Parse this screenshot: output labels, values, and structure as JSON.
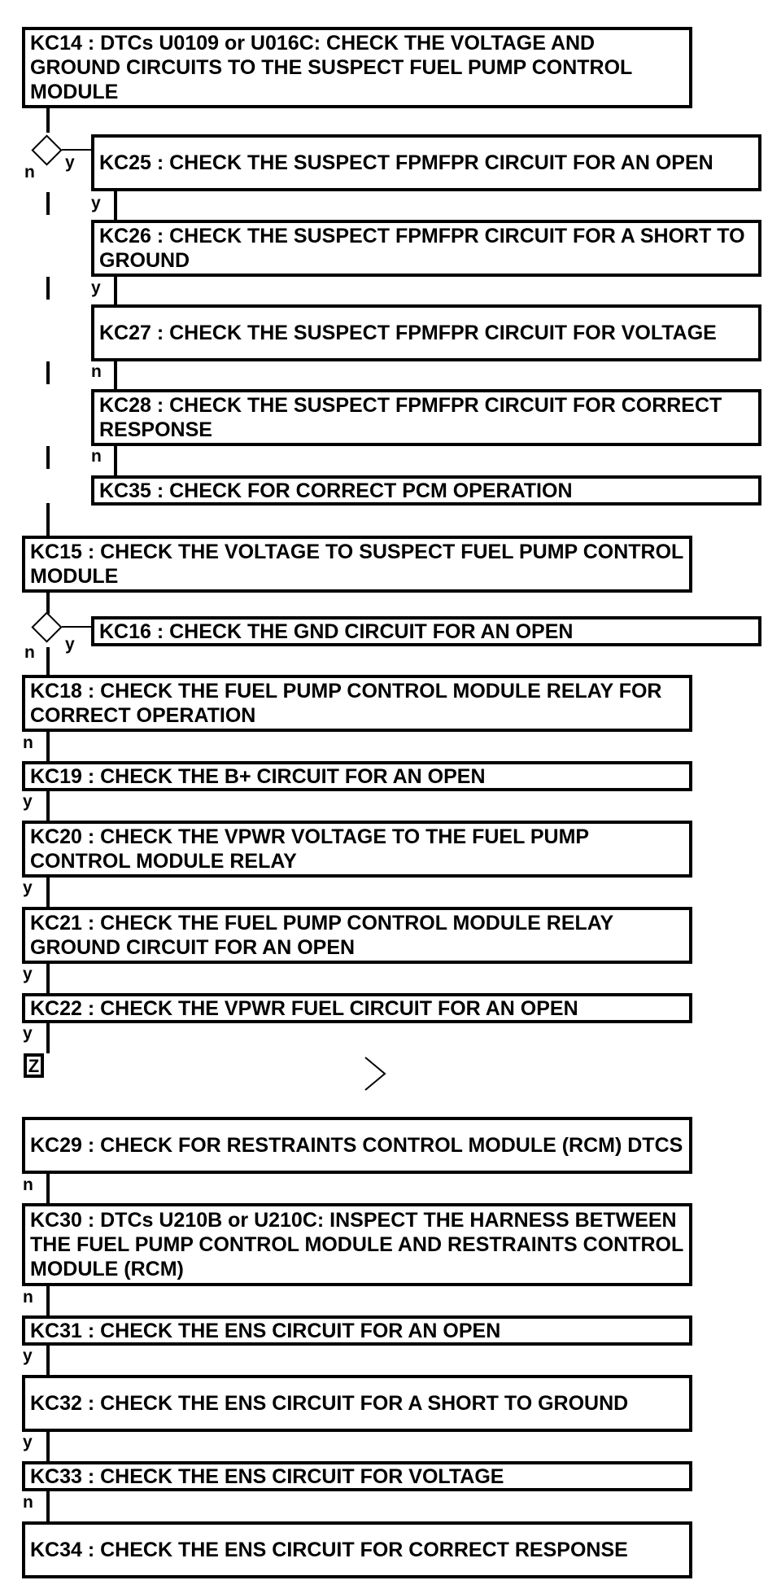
{
  "steps": {
    "kc14": "KC14 : DTCs U0109 or U016C: CHECK THE VOLTAGE AND GROUND CIRCUITS TO THE SUSPECT FUEL PUMP CONTROL MODULE",
    "kc25": "KC25 : CHECK THE SUSPECT FPMFPR CIRCUIT FOR AN OPEN",
    "kc26": "KC26 : CHECK THE SUSPECT FPMFPR CIRCUIT FOR A SHORT TO GROUND",
    "kc27": "KC27 : CHECK THE SUSPECT FPMFPR CIRCUIT FOR VOLTAGE",
    "kc28": "KC28 : CHECK THE SUSPECT FPMFPR CIRCUIT FOR CORRECT RESPONSE",
    "kc35": "KC35 : CHECK FOR CORRECT PCM OPERATION",
    "kc15": "KC15 : CHECK THE VOLTAGE TO SUSPECT FUEL PUMP CONTROL MODULE",
    "kc16": "KC16 : CHECK THE GND CIRCUIT FOR AN OPEN",
    "kc18": "KC18 : CHECK THE FUEL PUMP CONTROL MODULE RELAY FOR CORRECT OPERATION",
    "kc19": "KC19 : CHECK THE B+ CIRCUIT FOR AN OPEN",
    "kc20": "KC20 : CHECK THE VPWR VOLTAGE TO THE FUEL PUMP CONTROL MODULE RELAY",
    "kc21": "KC21 : CHECK THE FUEL PUMP CONTROL MODULE RELAY GROUND CIRCUIT FOR AN OPEN",
    "kc22": "KC22 : CHECK THE VPWR FUEL CIRCUIT FOR AN OPEN",
    "kc29": "KC29 : CHECK FOR RESTRAINTS CONTROL MODULE (RCM) DTCS",
    "kc30": "KC30 : DTCs U210B or U210C: INSPECT THE HARNESS BETWEEN THE FUEL PUMP CONTROL MODULE AND RESTRAINTS CONTROL MODULE (RCM)",
    "kc31": "KC31 : CHECK THE ENS CIRCUIT FOR AN OPEN",
    "kc32": "KC32 : CHECK THE ENS CIRCUIT FOR A SHORT TO GROUND",
    "kc33": "KC33 : CHECK THE ENS CIRCUIT FOR VOLTAGE",
    "kc34": "KC34 : CHECK THE ENS CIRCUIT FOR CORRECT RESPONSE"
  },
  "branch_labels": {
    "yes": "y",
    "no": "n"
  },
  "connector_label": "Z",
  "colors": {
    "line": "#000000",
    "box_fill": "#ffffff",
    "text": "#000000"
  }
}
